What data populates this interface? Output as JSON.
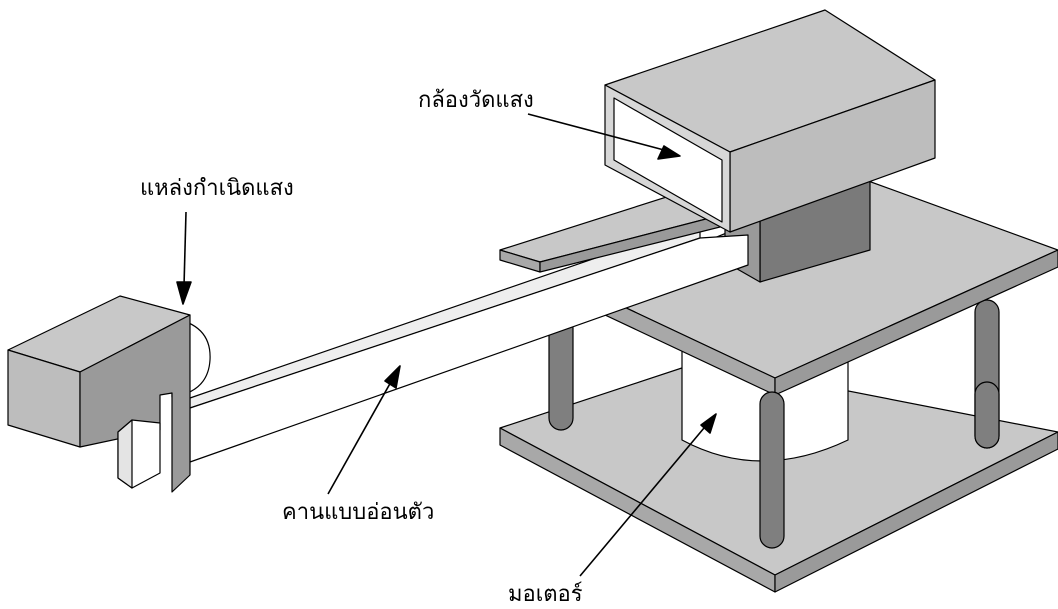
{
  "labels": {
    "camera": "กล้องวัดแสง",
    "light_source": "แหล่งกำเนิดแสง",
    "flexible_beam": "คานแบบอ่อนตัว",
    "motor": "มอเตอร์"
  },
  "colors": {
    "light_face": "#d7d7d7",
    "mid_face": "#bdbdbd",
    "dark_face": "#9a9a9a",
    "post": "#7f7f7f",
    "cavity": "#ffffff",
    "stroke": "#000000"
  }
}
